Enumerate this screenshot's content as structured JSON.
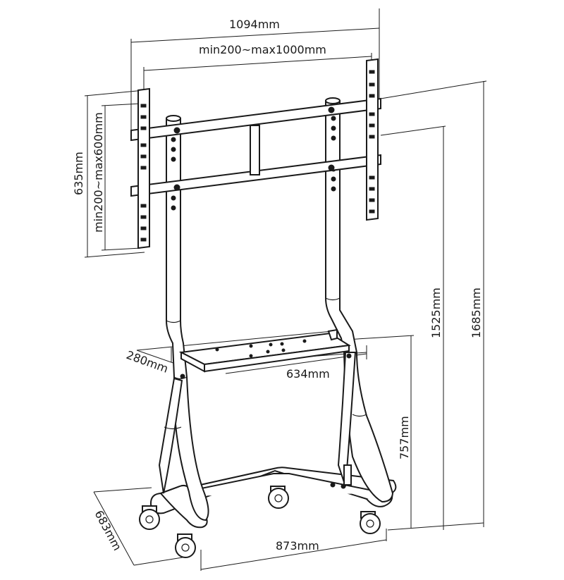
{
  "diagram": {
    "dimensions": {
      "overall_width": "1094mm",
      "vesa_horizontal": "min200~max1000mm",
      "bracket_height": "635mm",
      "vesa_vertical": "min200~max600mm",
      "height_to_bracket": "1525mm",
      "overall_height": "1685mm",
      "shelf_depth": "280mm",
      "shelf_width": "634mm",
      "shelf_height": "757mm",
      "base_depth": "683mm",
      "base_width": "873mm"
    }
  }
}
